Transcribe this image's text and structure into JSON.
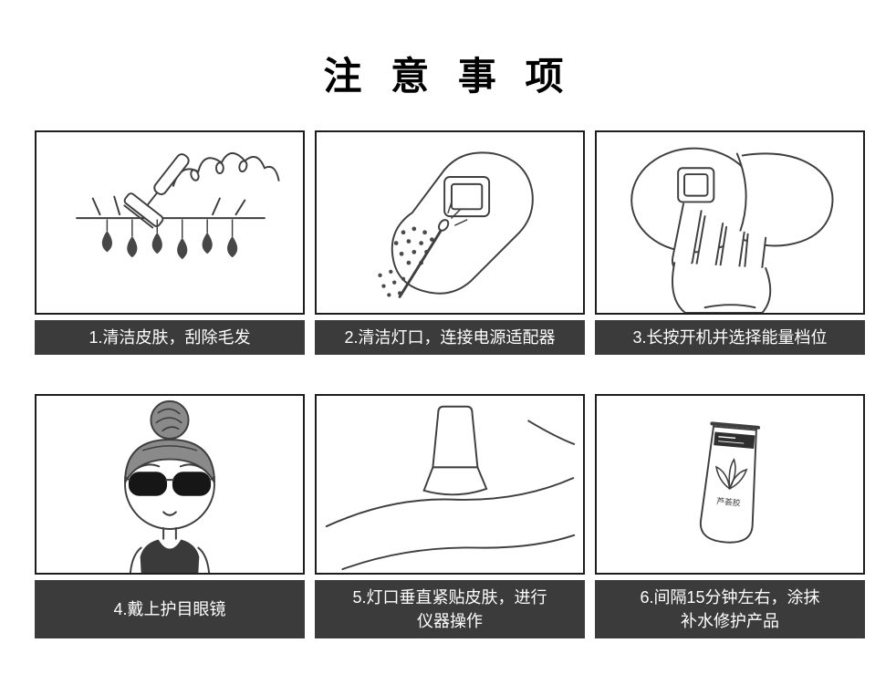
{
  "page": {
    "title": "注 意 事 项"
  },
  "colors": {
    "background": "#ffffff",
    "caption_bg": "#3b3b3b",
    "caption_text": "#ffffff",
    "panel_border": "#1d1d1d",
    "line_art": "#3f3f3f"
  },
  "steps": [
    {
      "caption": "1.清洁皮肤，刮除毛发",
      "illustration": "razor-shaving-hair"
    },
    {
      "caption": "2.清洁灯口，连接电源适配器",
      "illustration": "cleaning-lamp-port-with-swab"
    },
    {
      "caption": "3.长按开机并选择能量档位",
      "illustration": "hand-pressing-power-button"
    },
    {
      "caption": "4.戴上护目眼镜",
      "illustration": "girl-wearing-goggles"
    },
    {
      "caption": "5.灯口垂直紧贴皮肤，进行\n仪器操作",
      "illustration": "device-flat-on-skin"
    },
    {
      "caption": "6.间隔15分钟左右，涂抹\n补水修护产品",
      "illustration": "moisturizer-tube",
      "tube_label": "芦荟胶"
    }
  ]
}
